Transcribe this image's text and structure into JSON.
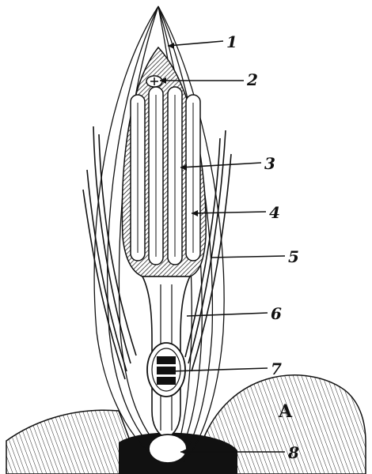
{
  "figure": {
    "ink_color": "#111111",
    "paper_color": "#ffffff",
    "region_label": "A",
    "callouts": [
      {
        "id": "1",
        "label": "1"
      },
      {
        "id": "2",
        "label": "2"
      },
      {
        "id": "3",
        "label": "3"
      },
      {
        "id": "4",
        "label": "4"
      },
      {
        "id": "5",
        "label": "5"
      },
      {
        "id": "6",
        "label": "6"
      },
      {
        "id": "7",
        "label": "7"
      },
      {
        "id": "8",
        "label": "8"
      }
    ]
  }
}
